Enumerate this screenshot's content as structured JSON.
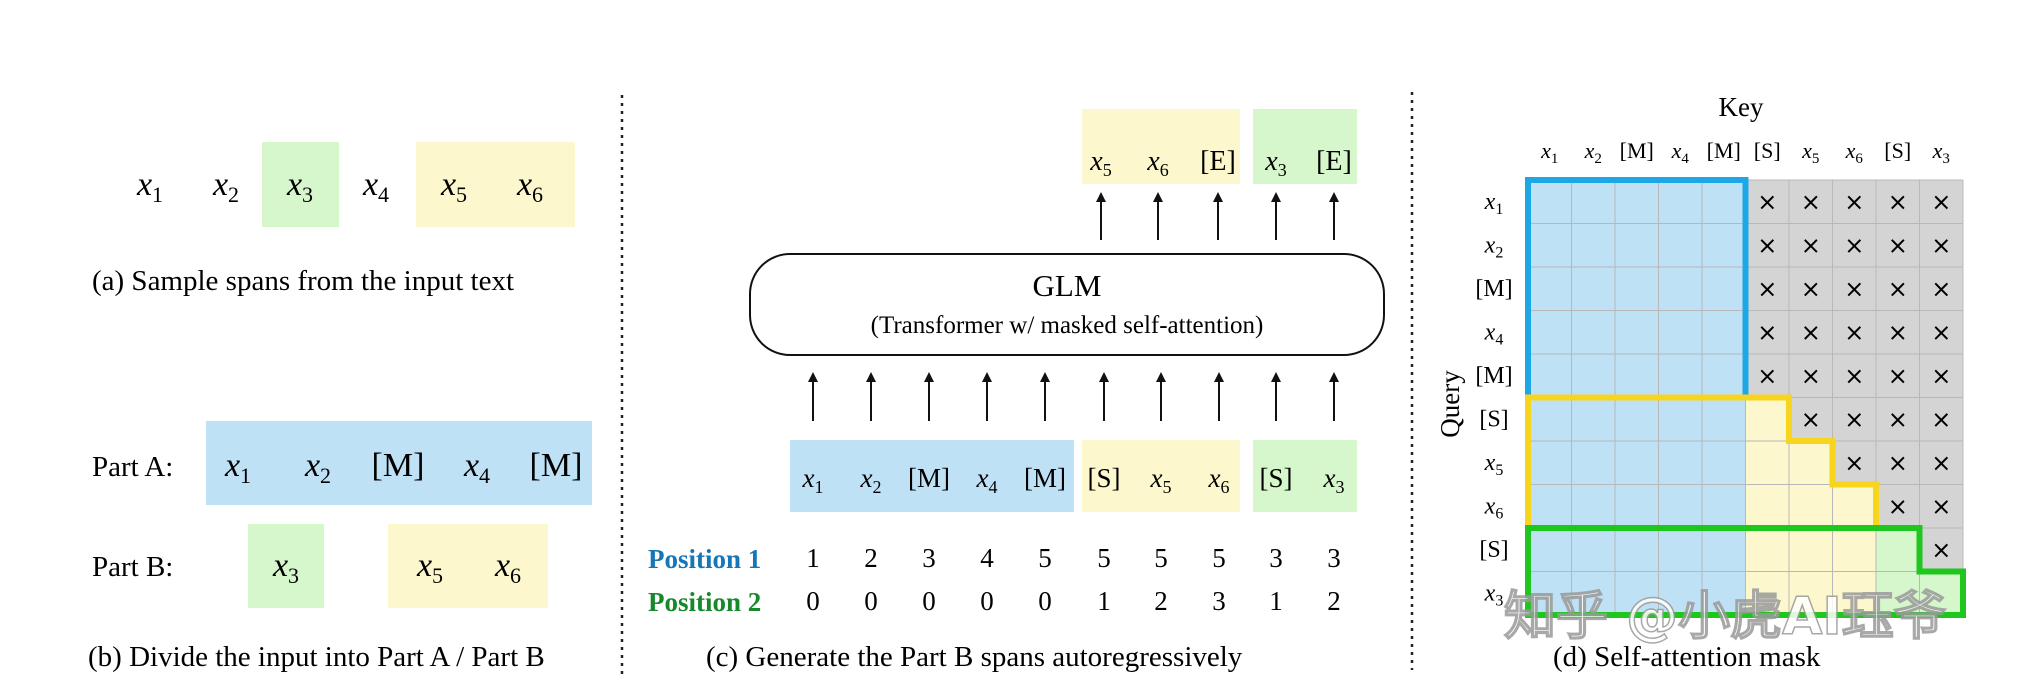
{
  "colors": {
    "blue": "#bfe1f6",
    "yellow": "#fdf7cd",
    "green": "#d6f6cb",
    "gray": "#d4d4d4",
    "blue_border": "#1ea7e6",
    "yellow_border": "#f7d51f",
    "green_border": "#1ec61e",
    "position_blue": "#1576b8",
    "position_green": "#168a2a"
  },
  "panel_a": {
    "tokens": [
      {
        "b": "x",
        "s": "1"
      },
      {
        "b": "x",
        "s": "2"
      },
      {
        "b": "x",
        "s": "3"
      },
      {
        "b": "x",
        "s": "4"
      },
      {
        "b": "x",
        "s": "5"
      },
      {
        "b": "x",
        "s": "6"
      }
    ],
    "caption": "(a)  Sample spans from the input text"
  },
  "panel_b": {
    "part_a_label": "Part A:",
    "part_a_tokens": [
      {
        "b": "x",
        "s": "1"
      },
      {
        "b": "x",
        "s": "2"
      },
      {
        "b": "[M]",
        "s": ""
      },
      {
        "b": "x",
        "s": "4"
      },
      {
        "b": "[M]",
        "s": ""
      }
    ],
    "part_b_label": "Part B:",
    "part_b_span1": [
      {
        "b": "x",
        "s": "3"
      }
    ],
    "part_b_span2": [
      {
        "b": "x",
        "s": "5"
      },
      {
        "b": "x",
        "s": "6"
      }
    ],
    "caption": "(b)  Divide the input into Part A / Part B"
  },
  "panel_c": {
    "glm_title": "GLM",
    "glm_subtitle": "(Transformer w/ masked self-attention)",
    "output_tokens": [
      {
        "b": "x",
        "s": "5"
      },
      {
        "b": "x",
        "s": "6"
      },
      {
        "b": "[E]",
        "s": ""
      },
      {
        "b": "x",
        "s": "3"
      },
      {
        "b": "[E]",
        "s": ""
      }
    ],
    "input_tokens": [
      {
        "b": "x",
        "s": "1"
      },
      {
        "b": "x",
        "s": "2"
      },
      {
        "b": "[M]",
        "s": ""
      },
      {
        "b": "x",
        "s": "4"
      },
      {
        "b": "[M]",
        "s": ""
      },
      {
        "b": "[S]",
        "s": ""
      },
      {
        "b": "x",
        "s": "5"
      },
      {
        "b": "x",
        "s": "6"
      },
      {
        "b": "[S]",
        "s": ""
      },
      {
        "b": "x",
        "s": "3"
      }
    ],
    "position1_label": "Position 1",
    "position1": [
      "1",
      "2",
      "3",
      "4",
      "5",
      "5",
      "5",
      "5",
      "3",
      "3"
    ],
    "position2_label": "Position 2",
    "position2": [
      "0",
      "0",
      "0",
      "0",
      "0",
      "1",
      "2",
      "3",
      "1",
      "2"
    ],
    "caption": "(c)  Generate the Part B spans autoregressively"
  },
  "panel_d": {
    "key_label": "Key",
    "query_label": "Query",
    "key_tokens": [
      {
        "b": "x",
        "s": "1"
      },
      {
        "b": "x",
        "s": "2"
      },
      {
        "b": "[M]",
        "s": ""
      },
      {
        "b": "x",
        "s": "4"
      },
      {
        "b": "[M]",
        "s": ""
      },
      {
        "b": "[S]",
        "s": ""
      },
      {
        "b": "x",
        "s": "5"
      },
      {
        "b": "x",
        "s": "6"
      },
      {
        "b": "[S]",
        "s": ""
      },
      {
        "b": "x",
        "s": "3"
      }
    ],
    "query_tokens": [
      {
        "b": "x",
        "s": "1"
      },
      {
        "b": "x",
        "s": "2"
      },
      {
        "b": "[M]",
        "s": ""
      },
      {
        "b": "x",
        "s": "4"
      },
      {
        "b": "[M]",
        "s": ""
      },
      {
        "b": "[S]",
        "s": ""
      },
      {
        "b": "x",
        "s": "5"
      },
      {
        "b": "x",
        "s": "6"
      },
      {
        "b": "[S]",
        "s": ""
      },
      {
        "b": "x",
        "s": "3"
      }
    ],
    "masked_symbol": "×",
    "attention_mask": [
      [
        1,
        1,
        1,
        1,
        1,
        0,
        0,
        0,
        0,
        0
      ],
      [
        1,
        1,
        1,
        1,
        1,
        0,
        0,
        0,
        0,
        0
      ],
      [
        1,
        1,
        1,
        1,
        1,
        0,
        0,
        0,
        0,
        0
      ],
      [
        1,
        1,
        1,
        1,
        1,
        0,
        0,
        0,
        0,
        0
      ],
      [
        1,
        1,
        1,
        1,
        1,
        0,
        0,
        0,
        0,
        0
      ],
      [
        1,
        1,
        1,
        1,
        1,
        1,
        0,
        0,
        0,
        0
      ],
      [
        1,
        1,
        1,
        1,
        1,
        1,
        1,
        0,
        0,
        0
      ],
      [
        1,
        1,
        1,
        1,
        1,
        1,
        1,
        1,
        0,
        0
      ],
      [
        1,
        1,
        1,
        1,
        1,
        1,
        1,
        1,
        1,
        0
      ],
      [
        1,
        1,
        1,
        1,
        1,
        1,
        1,
        1,
        1,
        1
      ]
    ],
    "caption": "(d)  Self-attention mask"
  },
  "watermark": "知乎 @小虎AI珏爷"
}
